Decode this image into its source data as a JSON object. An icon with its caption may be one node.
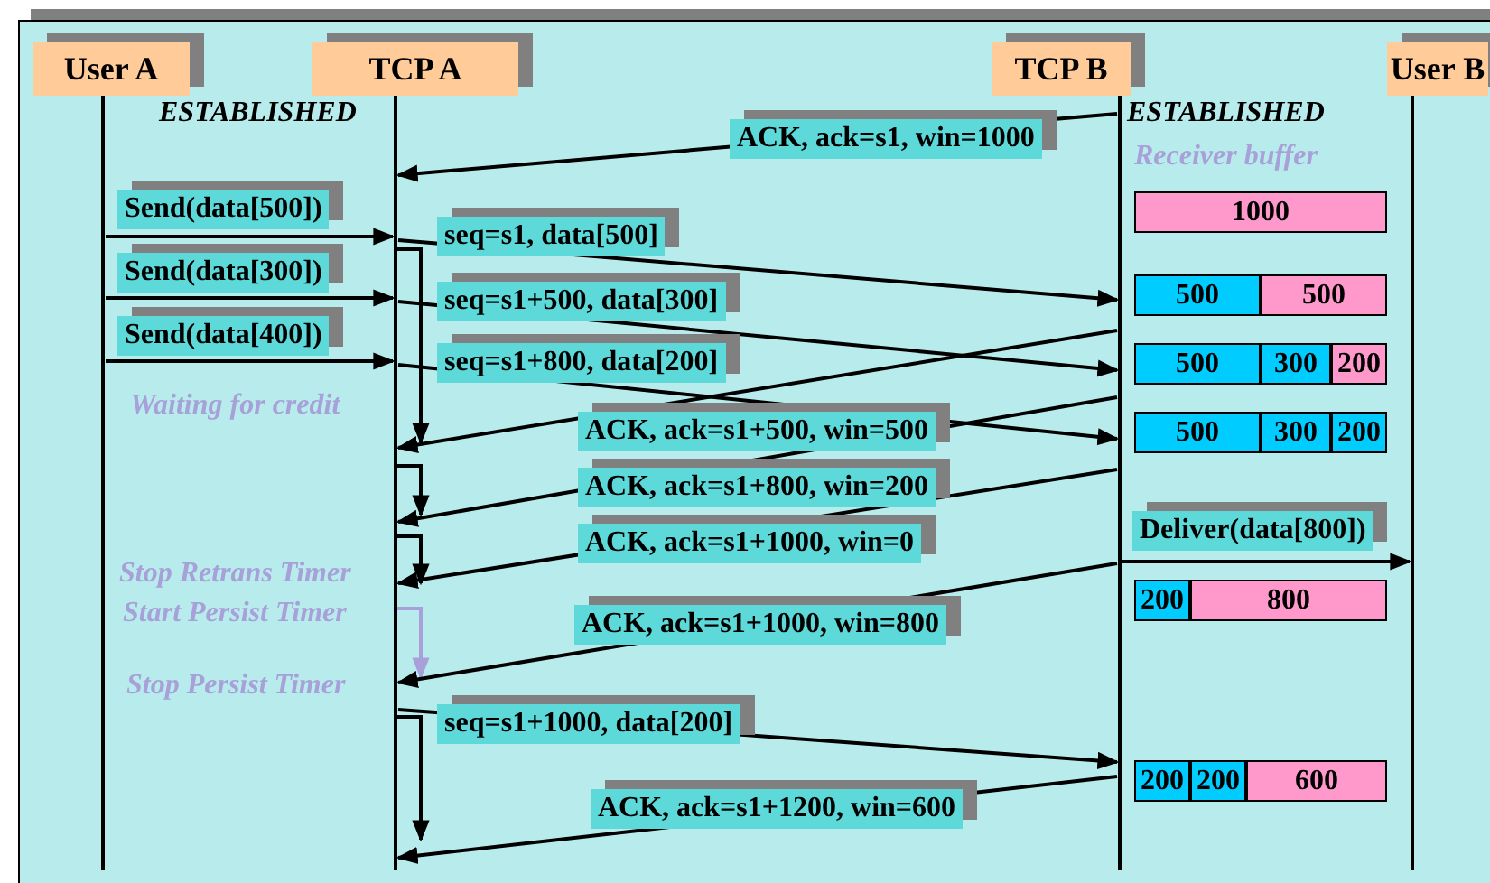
{
  "diagram": {
    "nodes": [
      {
        "text": [
          "User A"
        ]
      },
      {
        "text": [
          "TCP A"
        ]
      },
      {
        "text": [
          "TCP B"
        ]
      },
      {
        "text": [
          "User B"
        ]
      },
      {
        "text": [
          "1000"
        ]
      },
      {
        "text": [
          "500"
        ]
      },
      {
        "text": [
          "500"
        ]
      },
      {
        "text": [
          "500"
        ]
      },
      {
        "text": [
          "300"
        ]
      },
      {
        "text": [
          "200"
        ]
      },
      {
        "text": [
          "500"
        ]
      },
      {
        "text": [
          "300"
        ]
      },
      {
        "text": [
          "200"
        ]
      },
      {
        "text": [
          "200"
        ]
      },
      {
        "text": [
          "800"
        ]
      },
      {
        "text": [
          "200"
        ]
      },
      {
        "text": [
          "200"
        ]
      },
      {
        "text": [
          "600"
        ]
      }
    ],
    "edges": [
      {
        "from": 2,
        "to": 1,
        "arrow": "to",
        "label": "ACK, ack=s1, win=1000"
      },
      {
        "from": 0,
        "to": 1,
        "arrow": "to",
        "label": "Send(data[500])"
      },
      {
        "from": 1,
        "to": 2,
        "arrow": "to",
        "label": "seq=s1, data[500]"
      },
      {
        "from": 1,
        "to": 1,
        "arrow": "to"
      },
      {
        "from": 0,
        "to": 1,
        "arrow": "to",
        "label": "Send(data[300])"
      },
      {
        "from": 1,
        "to": 2,
        "arrow": "to",
        "label": "seq=s1+500, data[300]"
      },
      {
        "from": 0,
        "to": 1,
        "arrow": "to",
        "label": "Send(data[400])"
      },
      {
        "from": 1,
        "to": 2,
        "arrow": "to",
        "label": "seq=s1+800, data[200]"
      },
      {
        "from": 2,
        "to": 1,
        "arrow": "to",
        "label": "ACK, ack=s1+500, win=500"
      },
      {
        "from": 1,
        "to": 1,
        "arrow": "to"
      },
      {
        "from": 2,
        "to": 1,
        "arrow": "to",
        "label": "ACK, ack=s1+800, win=200"
      },
      {
        "from": 1,
        "to": 1,
        "arrow": "to"
      },
      {
        "from": 2,
        "to": 1,
        "arrow": "to",
        "label": "ACK, ack=s1+1000, win=0"
      },
      {
        "from": 2,
        "to": 3,
        "arrow": "to",
        "label": "Deliver(data[800])"
      },
      {
        "from": 1,
        "to": 1,
        "arrow": "to",
        "color": "#a8a0d8"
      },
      {
        "from": 2,
        "to": 1,
        "arrow": "to",
        "label": "ACK, ack=s1+1000, win=800"
      },
      {
        "from": 1,
        "to": 2,
        "arrow": "to",
        "label": "seq=s1+1000, data[200]"
      },
      {
        "from": 1,
        "to": 1,
        "arrow": "to"
      },
      {
        "from": 2,
        "to": 1,
        "arrow": "to",
        "label": "ACK, ack=s1+1200, win=600"
      }
    ],
    "labels": [
      "ESTABLISHED",
      "ESTABLISHED",
      "Receiver buffer",
      "Waiting for credit",
      "Stop Retrans Timer",
      "Start Persist Timer",
      "Stop Persist Timer"
    ]
  }
}
